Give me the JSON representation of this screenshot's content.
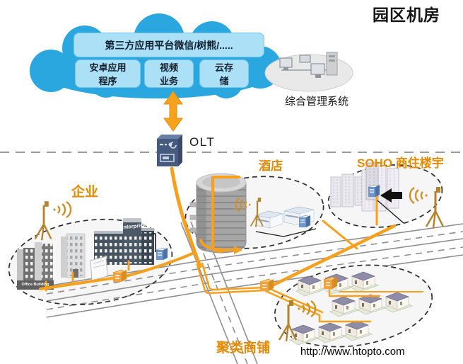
{
  "title": "园区机房",
  "cloud": {
    "platform_label": "第三方应用平台微信/树熊/.....",
    "services": [
      {
        "line1": "安卓应用",
        "line2": "程序"
      },
      {
        "line1": "视频",
        "line2": "业务"
      },
      {
        "line1": "云存",
        "line2": "储"
      }
    ]
  },
  "management": {
    "label": "综合管理系统"
  },
  "olt": {
    "label": "OLT"
  },
  "zones": {
    "enterprise": {
      "label": "企业",
      "office_building_label": "Office Building",
      "enterprise_building_label": "Enterprise"
    },
    "hotel": {
      "label": "酒店"
    },
    "soho": {
      "label": "SOHO 商住楼宇"
    },
    "shops": {
      "label": "聚类商铺"
    }
  },
  "footer": {
    "url": "http://www.htopto.com"
  },
  "colors": {
    "cloud_blue": "#2aa7df",
    "service_box_blue": "#ace0f6",
    "fiber_orange": "#f6a01d",
    "label_orange": "#e68a00",
    "olt_navy": "#46597e",
    "road_gray": "#8f8f8f",
    "tower_brown": "#b5822a"
  }
}
